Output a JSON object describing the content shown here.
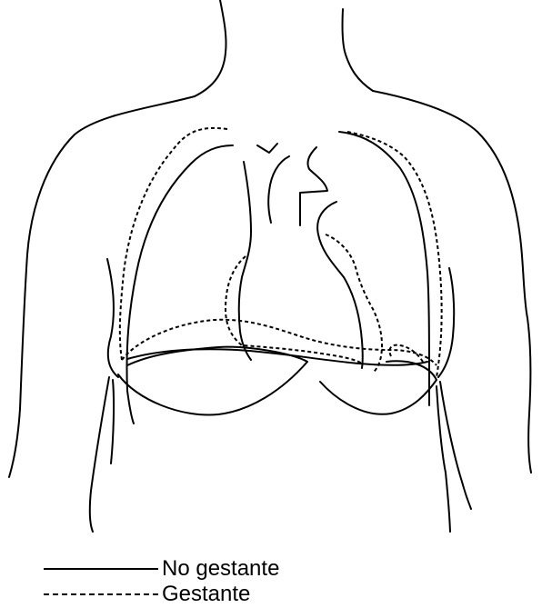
{
  "legend": {
    "items": [
      {
        "label": "No gestante",
        "line_style": "solid"
      },
      {
        "label": "Gestante",
        "line_style": "dashed"
      }
    ]
  },
  "colors": {
    "line": "#000000",
    "background": "#ffffff"
  }
}
